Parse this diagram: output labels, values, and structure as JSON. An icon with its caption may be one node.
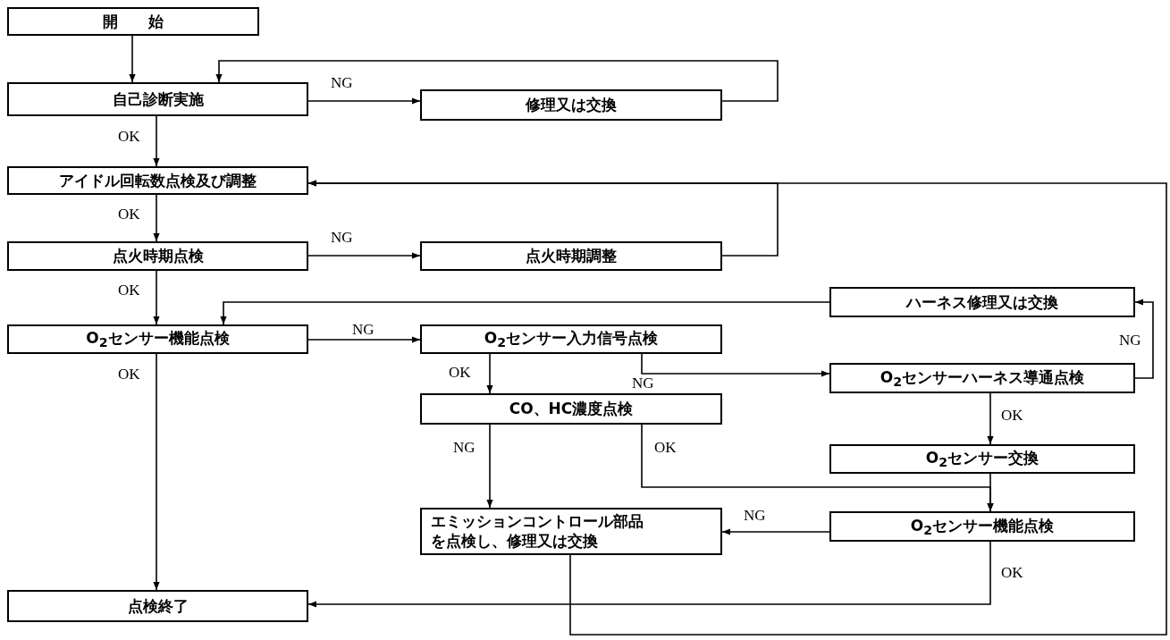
{
  "diagram": {
    "nodes": [
      {
        "text": [
          "開　　始"
        ]
      },
      {
        "text": [
          "自己診断実施"
        ]
      },
      {
        "text": [
          "修理又は交換"
        ]
      },
      {
        "text": [
          "アイドル回転数点検及び調整"
        ]
      },
      {
        "text": [
          "点火時期点検"
        ]
      },
      {
        "text": [
          "点火時期調整"
        ]
      },
      {
        "text": [
          "ハーネス修理又は交換"
        ]
      },
      {
        "text": [
          "O$_{2}$センサー機能点検"
        ]
      },
      {
        "text": [
          "O$_{2}$センサー入力信号点検"
        ]
      },
      {
        "text": [
          "O$_{2}$センサーハーネス導通点検"
        ]
      },
      {
        "text": [
          "CO、HC濃度点検"
        ]
      },
      {
        "text": [
          "O$_{2}$センサー交換"
        ]
      },
      {
        "text": [
          "エミッションコントロール部品を点検し、修理又は交換"
        ]
      },
      {
        "text": [
          "O$_{2}$センサー機能点検"
        ]
      },
      {
        "text": [
          "点検終了"
        ]
      }
    ],
    "edges": [
      {
        "from": 0,
        "to": 1,
        "arrow": "to"
      },
      {
        "from": 1,
        "to": 2,
        "arrow": "to",
        "label": "NG"
      },
      {
        "from": 2,
        "to": 1,
        "arrow": "to"
      },
      {
        "from": 1,
        "to": 3,
        "arrow": "to",
        "label": "OK"
      },
      {
        "from": 3,
        "to": 4,
        "arrow": "to",
        "label": "OK"
      },
      {
        "from": 4,
        "to": 5,
        "arrow": "to",
        "label": "NG"
      },
      {
        "from": 5,
        "to": 3,
        "arrow": "to"
      },
      {
        "from": 4,
        "to": 7,
        "arrow": "to",
        "label": "OK"
      },
      {
        "from": 7,
        "to": 8,
        "arrow": "to",
        "label": "NG"
      },
      {
        "from": 6,
        "to": 7,
        "arrow": "to"
      },
      {
        "from": 7,
        "to": 14,
        "arrow": "to",
        "label": "OK"
      },
      {
        "from": 8,
        "to": 10,
        "arrow": "to",
        "label": "OK"
      },
      {
        "from": 8,
        "to": 9,
        "arrow": "to",
        "label": "NG"
      },
      {
        "from": 9,
        "to": 6,
        "arrow": "to",
        "label": "NG"
      },
      {
        "from": 9,
        "to": 11,
        "arrow": "to",
        "label": "OK"
      },
      {
        "from": 10,
        "to": 12,
        "arrow": "to",
        "label": "NG"
      },
      {
        "from": 10,
        "to": 13,
        "arrow": "to",
        "label": "OK"
      },
      {
        "from": 11,
        "to": 13,
        "arrow": "to"
      },
      {
        "from": 13,
        "to": 12,
        "arrow": "to",
        "label": "NG"
      },
      {
        "from": 13,
        "to": 14,
        "arrow": "to",
        "label": "OK"
      },
      {
        "from": 12,
        "to": 3,
        "arrow": "to"
      }
    ]
  }
}
